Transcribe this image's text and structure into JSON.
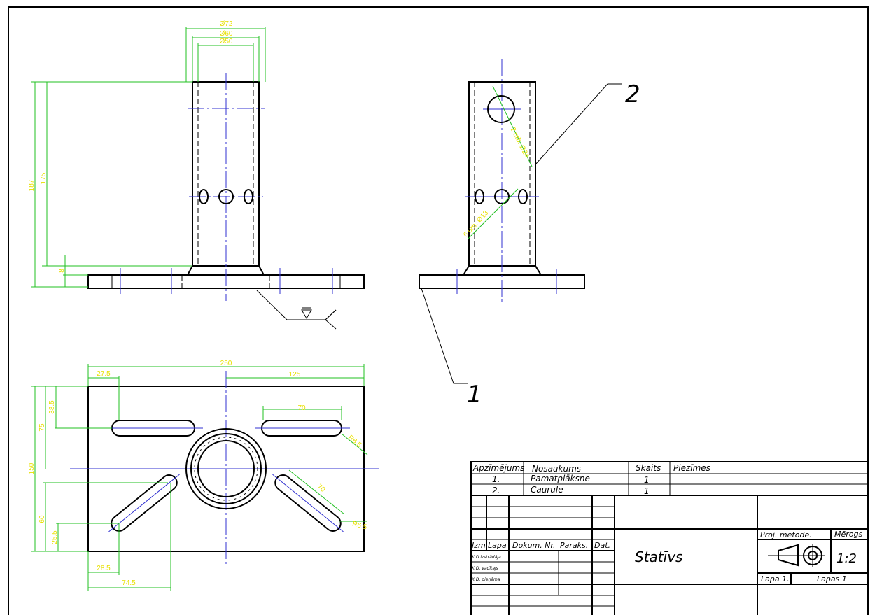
{
  "drawing": {
    "part_labels": [
      "1",
      "2"
    ],
    "front_view_dims": {
      "d72": "Ø72",
      "d60": "Ø60",
      "d50": "Ø50",
      "h187": "187",
      "h175": "175",
      "h8": "8"
    },
    "side_view_dims": {
      "holes_top": "2 urb. Ø24",
      "holes_mid": "6 urb. Ø13"
    },
    "top_view_dims": {
      "w250": "250",
      "w27_5": "27.5",
      "w125": "125",
      "slot70": "70",
      "r6_5a": "R6.5",
      "slot70b": "70",
      "r6_5b": "R6.5",
      "h38_5": "38.5",
      "h75": "75",
      "h150": "150",
      "h60": "60",
      "h25_5": "25.5",
      "w28_5": "28.5",
      "w74_5": "74.5"
    }
  },
  "parts_list": {
    "headers": [
      "Apzīmējums",
      "Nosaukums",
      "Skaits",
      "Piezīmes"
    ],
    "rows": [
      {
        "id": "1.",
        "name": "Pamatplāksne",
        "qty": "1"
      },
      {
        "id": "2.",
        "name": "Caurule",
        "qty": "1"
      }
    ]
  },
  "title_block": {
    "rev_headers": [
      "Izm.",
      "Lapa",
      "Dokum. Nr.",
      "Paraks.",
      "Dat."
    ],
    "roles": [
      "K.D izstrādāja",
      "K.D. vadītajs",
      "K.D. pieņēma"
    ],
    "title": "Statīvs",
    "proj_method_label": "Proj. metode.",
    "scale_label": "Mērogs",
    "scale": "1:2",
    "sheet": "Lapa  1.",
    "sheets": "Lapas 1"
  }
}
